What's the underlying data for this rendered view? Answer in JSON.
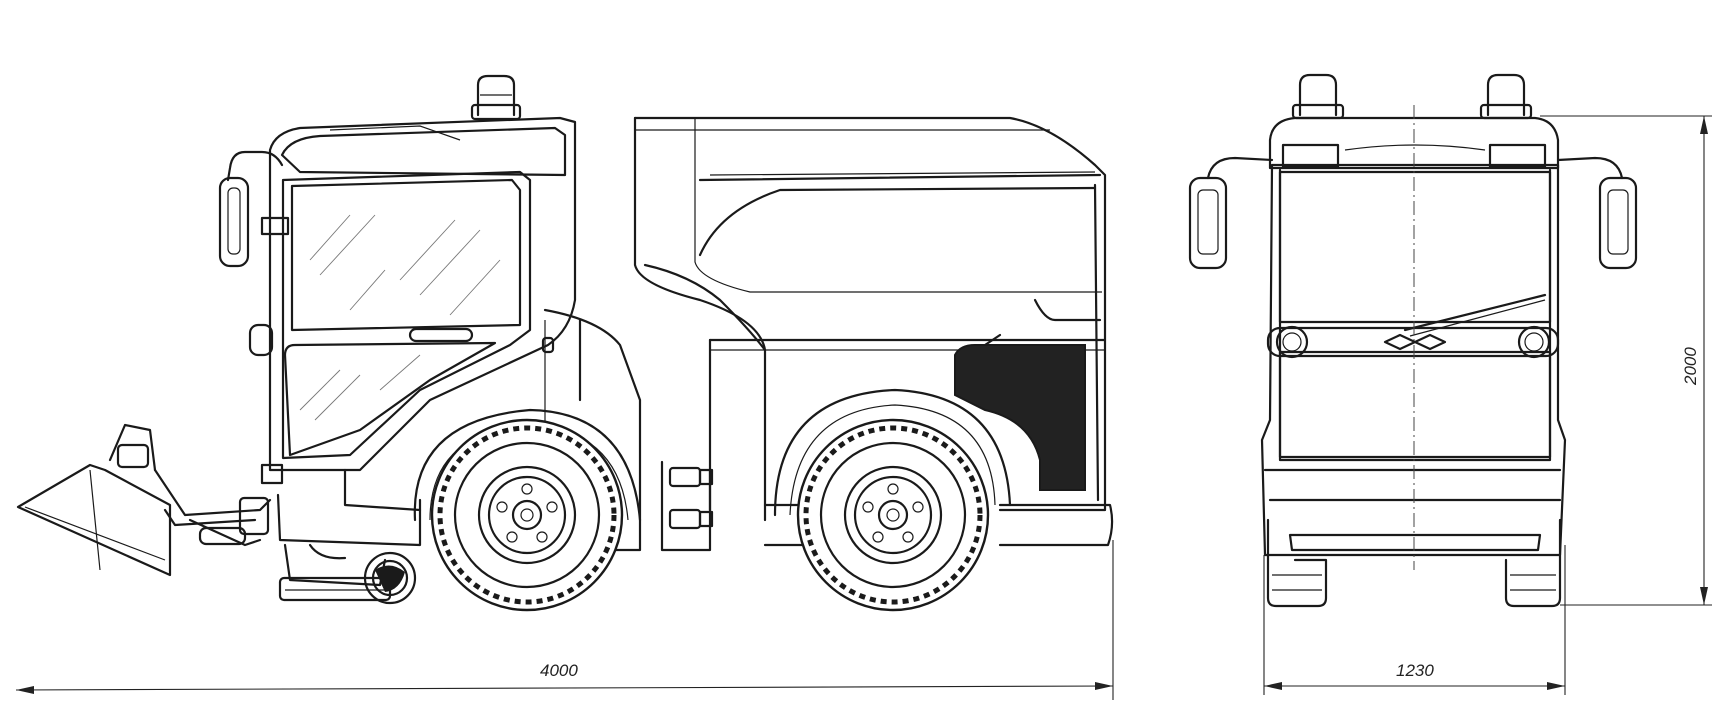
{
  "dimensions": {
    "overall_length": "4000",
    "overall_width": "1230",
    "overall_height": "2000"
  }
}
